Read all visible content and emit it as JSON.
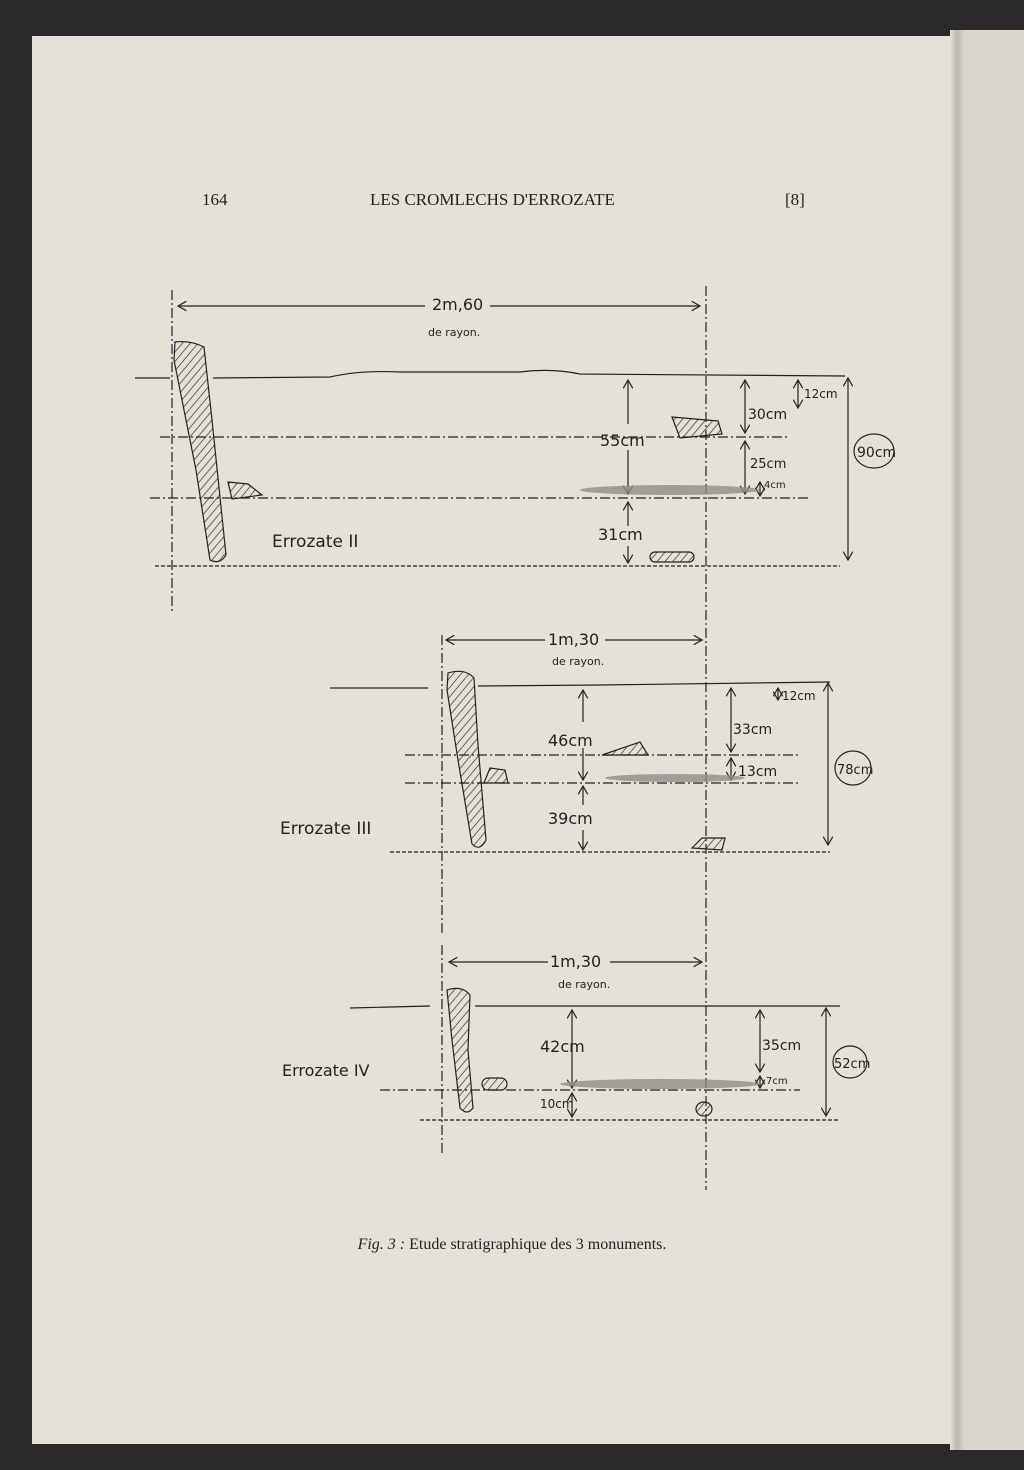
{
  "header": {
    "page_number": "164",
    "running_title": "LES CROMLECHS D'ERROZATE",
    "section": "[8]"
  },
  "figure": {
    "caption_label": "Fig. 3 :",
    "caption_text": "Etude stratigraphique des 3 monuments.",
    "diagrams": [
      {
        "name": "Errozate II",
        "radius": "2m,60",
        "radius_note": "de rayon.",
        "total": "90cm",
        "measures": {
          "a": "55cm",
          "b": "31cm",
          "c": "30cm",
          "d": "25cm",
          "e": "4cm",
          "f": "12cm"
        }
      },
      {
        "name": "Errozate III",
        "radius": "1m,30",
        "radius_note": "de rayon.",
        "total": "78cm",
        "measures": {
          "a": "46cm",
          "b": "39cm",
          "c": "33cm",
          "d": "13cm",
          "f": "12cm"
        }
      },
      {
        "name": "Errozate IV",
        "radius": "1m,30",
        "radius_note": "de rayon.",
        "total": "52cm",
        "measures": {
          "a": "42cm",
          "b": "10cm",
          "c": "35cm",
          "d": "7cm"
        }
      }
    ]
  }
}
